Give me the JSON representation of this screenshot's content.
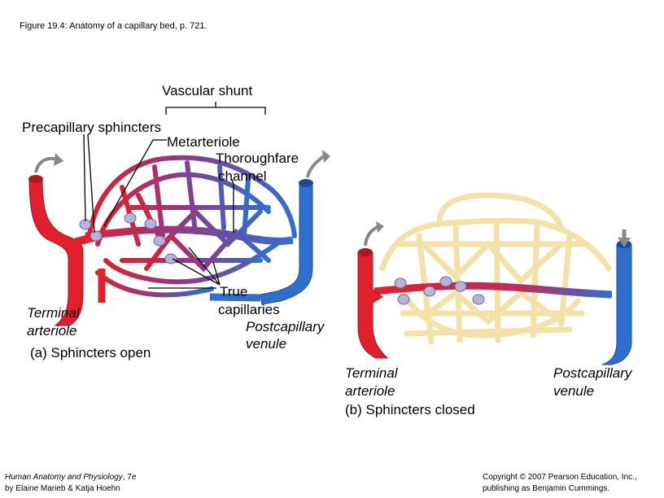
{
  "figure": {
    "caption": "Figure 19.4: Anatomy of a capillary bed, p. 721."
  },
  "panel_a": {
    "vascular_shunt": "Vascular shunt",
    "precapillary_sphincters": "Precapillary sphincters",
    "metarteriole": "Metarteriole",
    "thoroughfare_line1": "Thoroughfare",
    "thoroughfare_line2": "channel",
    "true_line1": "True",
    "true_line2": "capillaries",
    "terminal_line1": "Terminal",
    "terminal_line2": "arteriole",
    "postcap_line1": "Postcapillary",
    "postcap_line2": "venule",
    "subtitle": "(a) Sphincters open"
  },
  "panel_b": {
    "terminal_line1": "Terminal",
    "terminal_line2": "arteriole",
    "postcap_line1": "Postcapillary",
    "postcap_line2": "venule",
    "subtitle": "(b) Sphincters closed"
  },
  "footer": {
    "book_title": "Human Anatomy and Physiology",
    "book_edition": ", 7e",
    "authors": "by Elaine Marieb & Katja Hoehn",
    "copyright_line1": "Copyright © 2007 Pearson Education, Inc.,",
    "copyright_line2": "publishing as Benjamin Cummings."
  },
  "colors": {
    "artery": "#e0202c",
    "vein": "#2f6fd0",
    "closed_bed": "#f3e2a8",
    "sphincter": "#b9b3d9"
  }
}
